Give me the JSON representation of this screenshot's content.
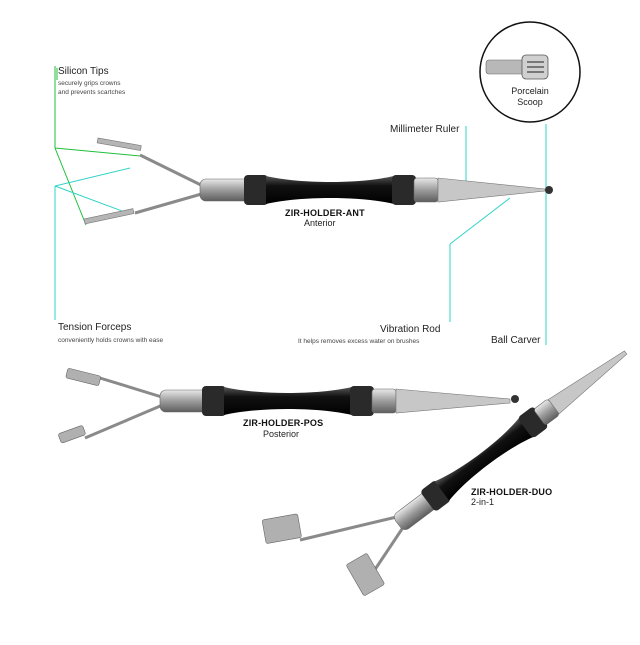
{
  "colors": {
    "green_line": "#1fbf3a",
    "cyan_line": "#2fd3c8",
    "handle": "#1a1a1a",
    "steel": "#a9a9a9"
  },
  "labels": {
    "silicon_tips": {
      "title": "Silicon Tips",
      "line1": "securely grips crowns",
      "line2": "and prevents scartches"
    },
    "tension_forceps": {
      "title": "Tension Forceps",
      "desc": "conveniently holds crowns with ease"
    },
    "millimeter_ruler": {
      "title": "Millimeter Ruler"
    },
    "vibration_rod": {
      "title": "Vibration Rod",
      "desc": "It helps removes excess water on brushes"
    },
    "ball_carver": {
      "title": "Ball Carver"
    },
    "porcelain_scoop": {
      "line1": "Porcelain",
      "line2": "Scoop"
    }
  },
  "models": {
    "ant": {
      "name": "ZIR-HOLDER-ANT",
      "sub": "Anterior"
    },
    "pos": {
      "name": "ZIR-HOLDER-POS",
      "sub": "Posterior"
    },
    "duo": {
      "name": "ZIR-HOLDER-DUO",
      "sub": "2-in-1"
    }
  }
}
